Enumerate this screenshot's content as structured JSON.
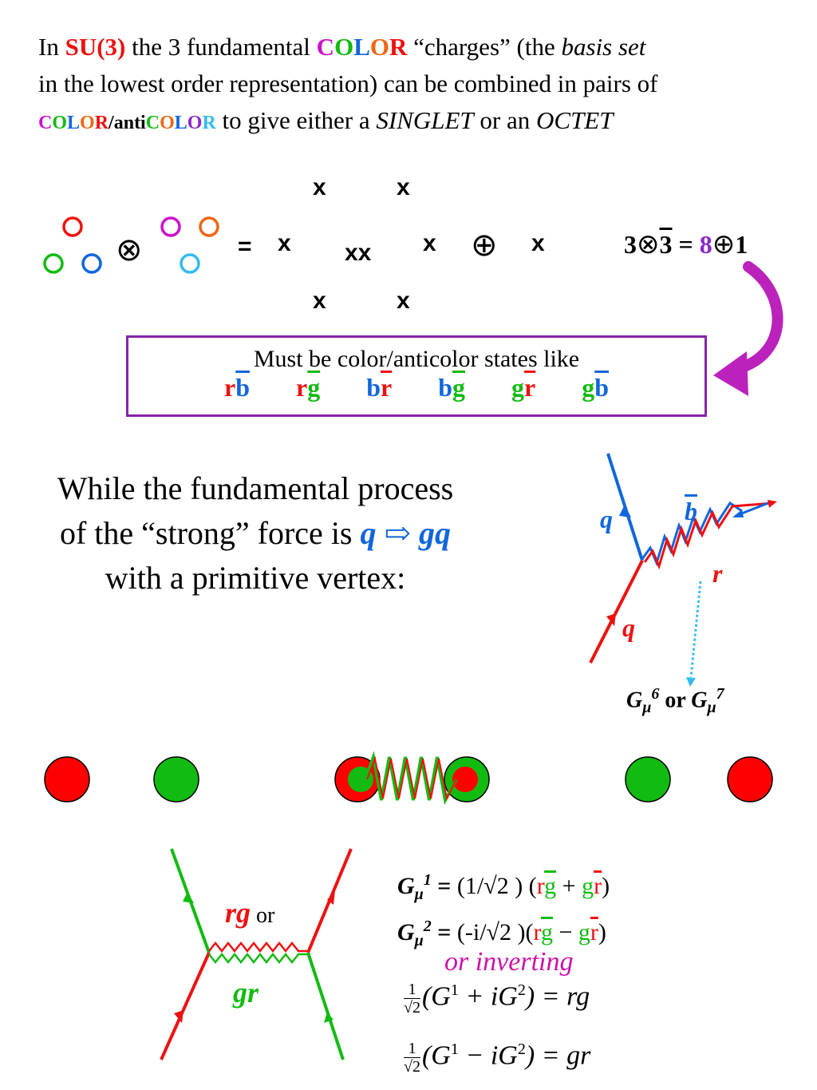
{
  "intro": {
    "t1": "In ",
    "su3": "SU(3)",
    "t2": " the 3 fundamental ",
    "color_letters": [
      "C",
      "O",
      "L",
      "O",
      "R"
    ],
    "t3": " “charges” (the ",
    "basis_set": "basis set",
    "line2": "in the lowest order representation) can be combined in pairs of",
    "slash_anti": "/anti",
    "t4": " to give either a ",
    "singlet": "SINGLET",
    "t5": " or an ",
    "octet": "OCTET"
  },
  "diagram": {
    "otimes": "⊗",
    "equals": "=",
    "x": "x",
    "center": "xx",
    "oplus": "⊕",
    "rel_three": "3",
    "rel_otimes": "⊗",
    "rel_bar3": "3",
    "rel_eq": " = ",
    "rel_eight": "8",
    "rel_oplus": "⊕",
    "rel_one": "1"
  },
  "box": {
    "line1": "Must be color/anticolor states like",
    "pairs": [
      {
        "c": "r",
        "a": "b"
      },
      {
        "c": "r",
        "a": "g"
      },
      {
        "c": "b",
        "a": "r"
      },
      {
        "c": "b",
        "a": "g"
      },
      {
        "c": "g",
        "a": "r"
      },
      {
        "c": "g",
        "a": "b"
      }
    ]
  },
  "process": {
    "line1": "While the fundamental process",
    "line2a": "of the “strong” force is ",
    "line2b": "q ⇨ gq",
    "line3": "with a primitive vertex:"
  },
  "vertex": {
    "q_top": "q",
    "b_bar": "b",
    "r": "r",
    "q_bottom": "q",
    "g_label_a": "G",
    "mu": "μ",
    "six": "6",
    "or": " or ",
    "seven": "7"
  },
  "exchange": {
    "rg": "rg",
    "or": " or",
    "gr": "gr"
  },
  "gluons": {
    "g1_name": "G",
    "mu": "μ",
    "one": "1",
    "g1_rhs_a": " = ",
    "g1_coef": "(1/√2 ) (",
    "g2_name": "G",
    "two": "2",
    "g2_coef": "(-i/√2 )(",
    "plus": " + ",
    "minus": " − ",
    "close": ")",
    "r": "r",
    "g": "g"
  },
  "inverting": {
    "label": "or inverting",
    "num": "1",
    "den": "√2",
    "f1": "(G",
    "f1b": " + iG",
    "f1c": ") = rg",
    "f2b": " − iG",
    "f2c": ") = gr",
    "sup1": "1",
    "sup2": "2"
  },
  "colors": {
    "red": "#ee1111",
    "green": "#11bb11",
    "blue": "#1166dd",
    "magenta": "#cc11cc",
    "orange": "#ee6611",
    "cyan": "#33bbee",
    "purple": "#8a2bc8"
  }
}
